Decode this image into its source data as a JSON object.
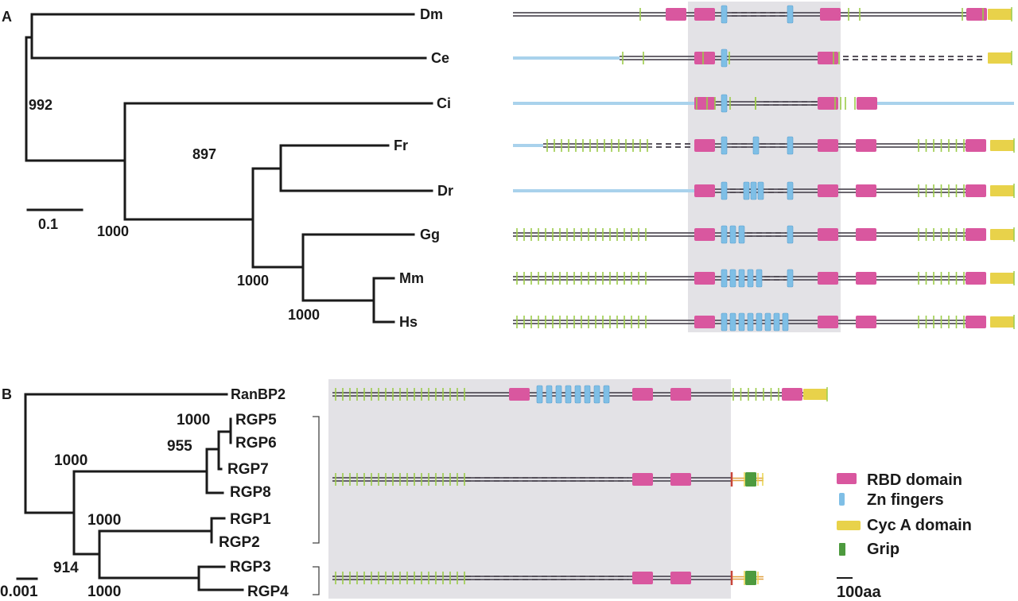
{
  "figure": {
    "panel_a": {
      "label": "A",
      "scale_bar_label": "0.1",
      "taxa": [
        "Dm",
        "Ce",
        "Ci",
        "Fr",
        "Dr",
        "Gg",
        "Mm",
        "Hs"
      ],
      "bootstrap": [
        {
          "node": "Ci+vertebrates",
          "value": "992"
        },
        {
          "node": "vertebrates",
          "value": "1000"
        },
        {
          "node": "Fr+Dr",
          "value": "897"
        },
        {
          "node": "fish+tetrapods",
          "value": "1000"
        },
        {
          "node": "Gg+mammals",
          "value": "1000"
        },
        {
          "node": "Mm+Hs",
          "value": "1000"
        }
      ],
      "architectures": [
        {
          "taxon": "Dm",
          "n_term": "grey",
          "repeats": 0,
          "zn": [
            1,
            1
          ],
          "ends": "cyc"
        },
        {
          "taxon": "Ce",
          "n_term": "blue",
          "repeats": 0,
          "zn": [
            1
          ],
          "ends": "cyc"
        },
        {
          "taxon": "Ci",
          "n_term": "blue",
          "repeats": 0,
          "zn": [
            1
          ],
          "ends": "blue"
        },
        {
          "taxon": "Fr",
          "n_term": "blue",
          "repeats": 15,
          "zn": [
            1,
            1,
            1
          ],
          "ends": "cyc"
        },
        {
          "taxon": "Dr",
          "n_term": "blue",
          "repeats": 0,
          "zn": [
            1,
            3,
            1
          ],
          "ends": "cyc"
        },
        {
          "taxon": "Gg",
          "n_term": "grey",
          "repeats": 20,
          "zn": [
            3,
            1
          ],
          "ends": "cyc"
        },
        {
          "taxon": "Mm",
          "n_term": "grey",
          "repeats": 20,
          "zn": [
            5,
            1
          ],
          "ends": "cyc"
        },
        {
          "taxon": "Hs",
          "n_term": "grey",
          "repeats": 20,
          "zn": [
            8
          ],
          "ends": "cyc"
        }
      ]
    },
    "panel_b": {
      "label": "B",
      "scale_bar_label": "0.001",
      "taxa": [
        "RanBP2",
        "RGP5",
        "RGP6",
        "RGP7",
        "RGP8",
        "RGP1",
        "RGP2",
        "RGP3",
        "RGP4"
      ],
      "bootstrap": [
        {
          "node": "RGP5+RGP6",
          "value": "1000"
        },
        {
          "node": "RGP5-7",
          "value": "955"
        },
        {
          "node": "RGP5-8",
          "value": "1000"
        },
        {
          "node": "RGP1+RGP2",
          "value": "1000"
        },
        {
          "node": "RGP1-8",
          "value": "914"
        },
        {
          "node": "RGP1-4",
          "value": "1000"
        }
      ],
      "architectures": [
        {
          "group": "RanBP2",
          "zn": 8,
          "ends": "cyc"
        },
        {
          "group": "RGP1,2,5,6,7,8",
          "zn": 0,
          "ends": "grip"
        },
        {
          "group": "RGP3,4",
          "zn": 0,
          "ends": "grip"
        }
      ]
    },
    "legend": {
      "items": [
        {
          "label": "RBD domain",
          "color": "#d9579f"
        },
        {
          "label": "Zn fingers",
          "color": "#7fbfe6"
        },
        {
          "label": "Cyc A domain",
          "color": "#e8d24a"
        },
        {
          "label": "Grip",
          "color": "#4d9a3e"
        }
      ],
      "scale_label": "100aa"
    },
    "colors": {
      "rbd": "#d9579f",
      "zn": "#7fbfe6",
      "cyc": "#e8d24a",
      "grip": "#4d9a3e",
      "repeat": "#9ccc4a",
      "line": "#55505a",
      "nterm_blue": "#a9d2ec",
      "shade": "#e2e1e5",
      "red_mark": "#c8453a",
      "orange_line": "#e0a040"
    }
  }
}
